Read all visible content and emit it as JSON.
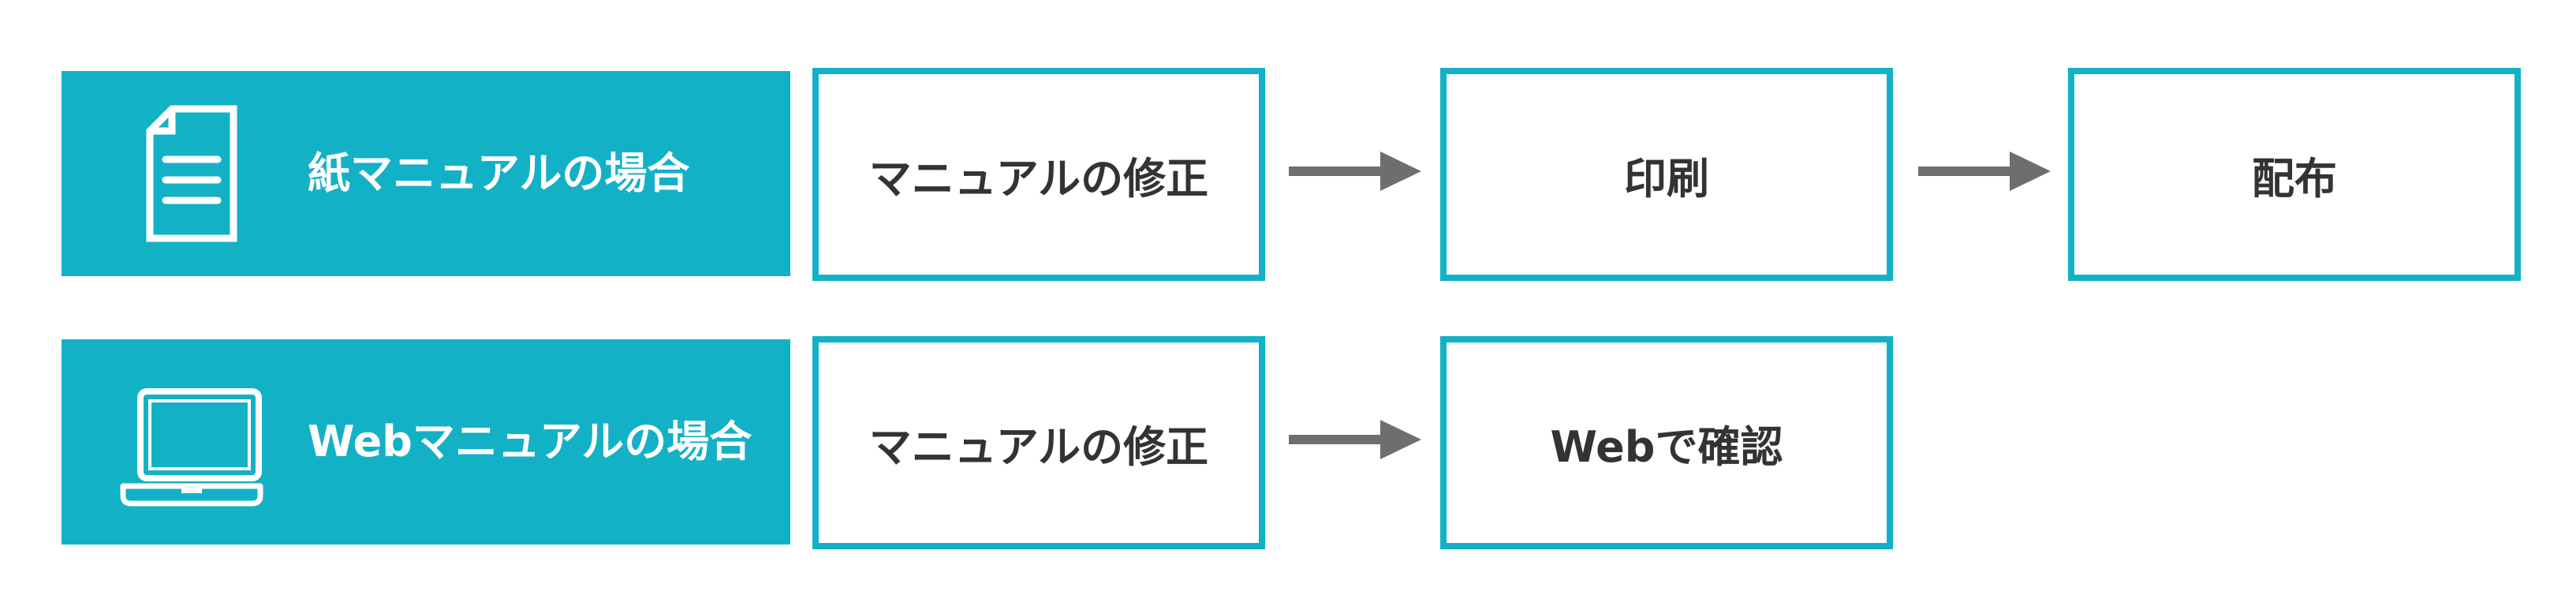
{
  "rows": [
    {
      "label": "紙マニュアルの場合",
      "icon": "document-icon",
      "steps": [
        "マニュアルの修正",
        "印刷",
        "配布"
      ]
    },
    {
      "label": "Webマニュアルの場合",
      "icon": "laptop-icon",
      "steps": [
        "マニュアルの修正",
        "Webで確認"
      ]
    }
  ],
  "colors": {
    "accent": "#13b1c6",
    "arrow": "#6e6e6e",
    "text": "#333333",
    "label_text": "#ffffff"
  }
}
